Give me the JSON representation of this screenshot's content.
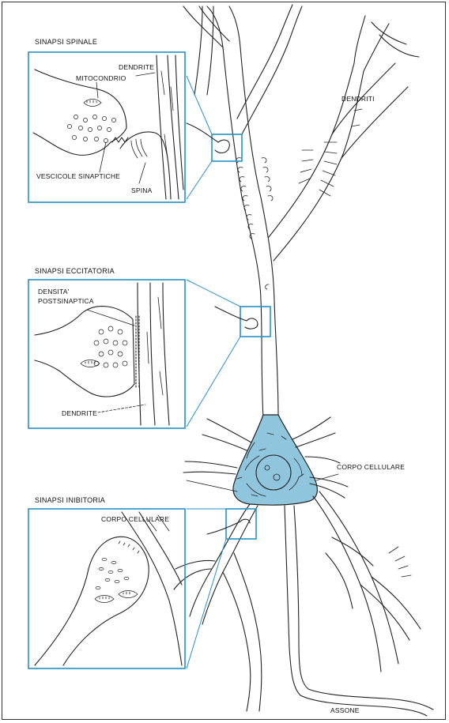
{
  "labels": {
    "sinapsi_spinale": "SINAPSI SPINALE",
    "dendrite_1": "DENDRITE",
    "mitocondrio": "MITOCONDRIO",
    "vescicole": "VESCICOLE SINAPTICHE",
    "spina": "SPINA",
    "dendriti": "DENDRITI",
    "sinapsi_eccitatoria": "SINAPSI ECCITATORIA",
    "densita_1": "DENSITA'",
    "densita_2": "POSTSINAPTICA",
    "dendrite_2": "DENDRITE",
    "corpo_cellulare": "CORPO CELLULARE",
    "sinapsi_inibitoria": "SINAPSI INIBITORIA",
    "corpo_cellulare_inset": "CORPO CELLULARE",
    "assone": "ASSONE"
  },
  "colors": {
    "accent_blue": "#2a8fc4",
    "soma_fill": "#8fc6dd",
    "line": "#222222"
  }
}
